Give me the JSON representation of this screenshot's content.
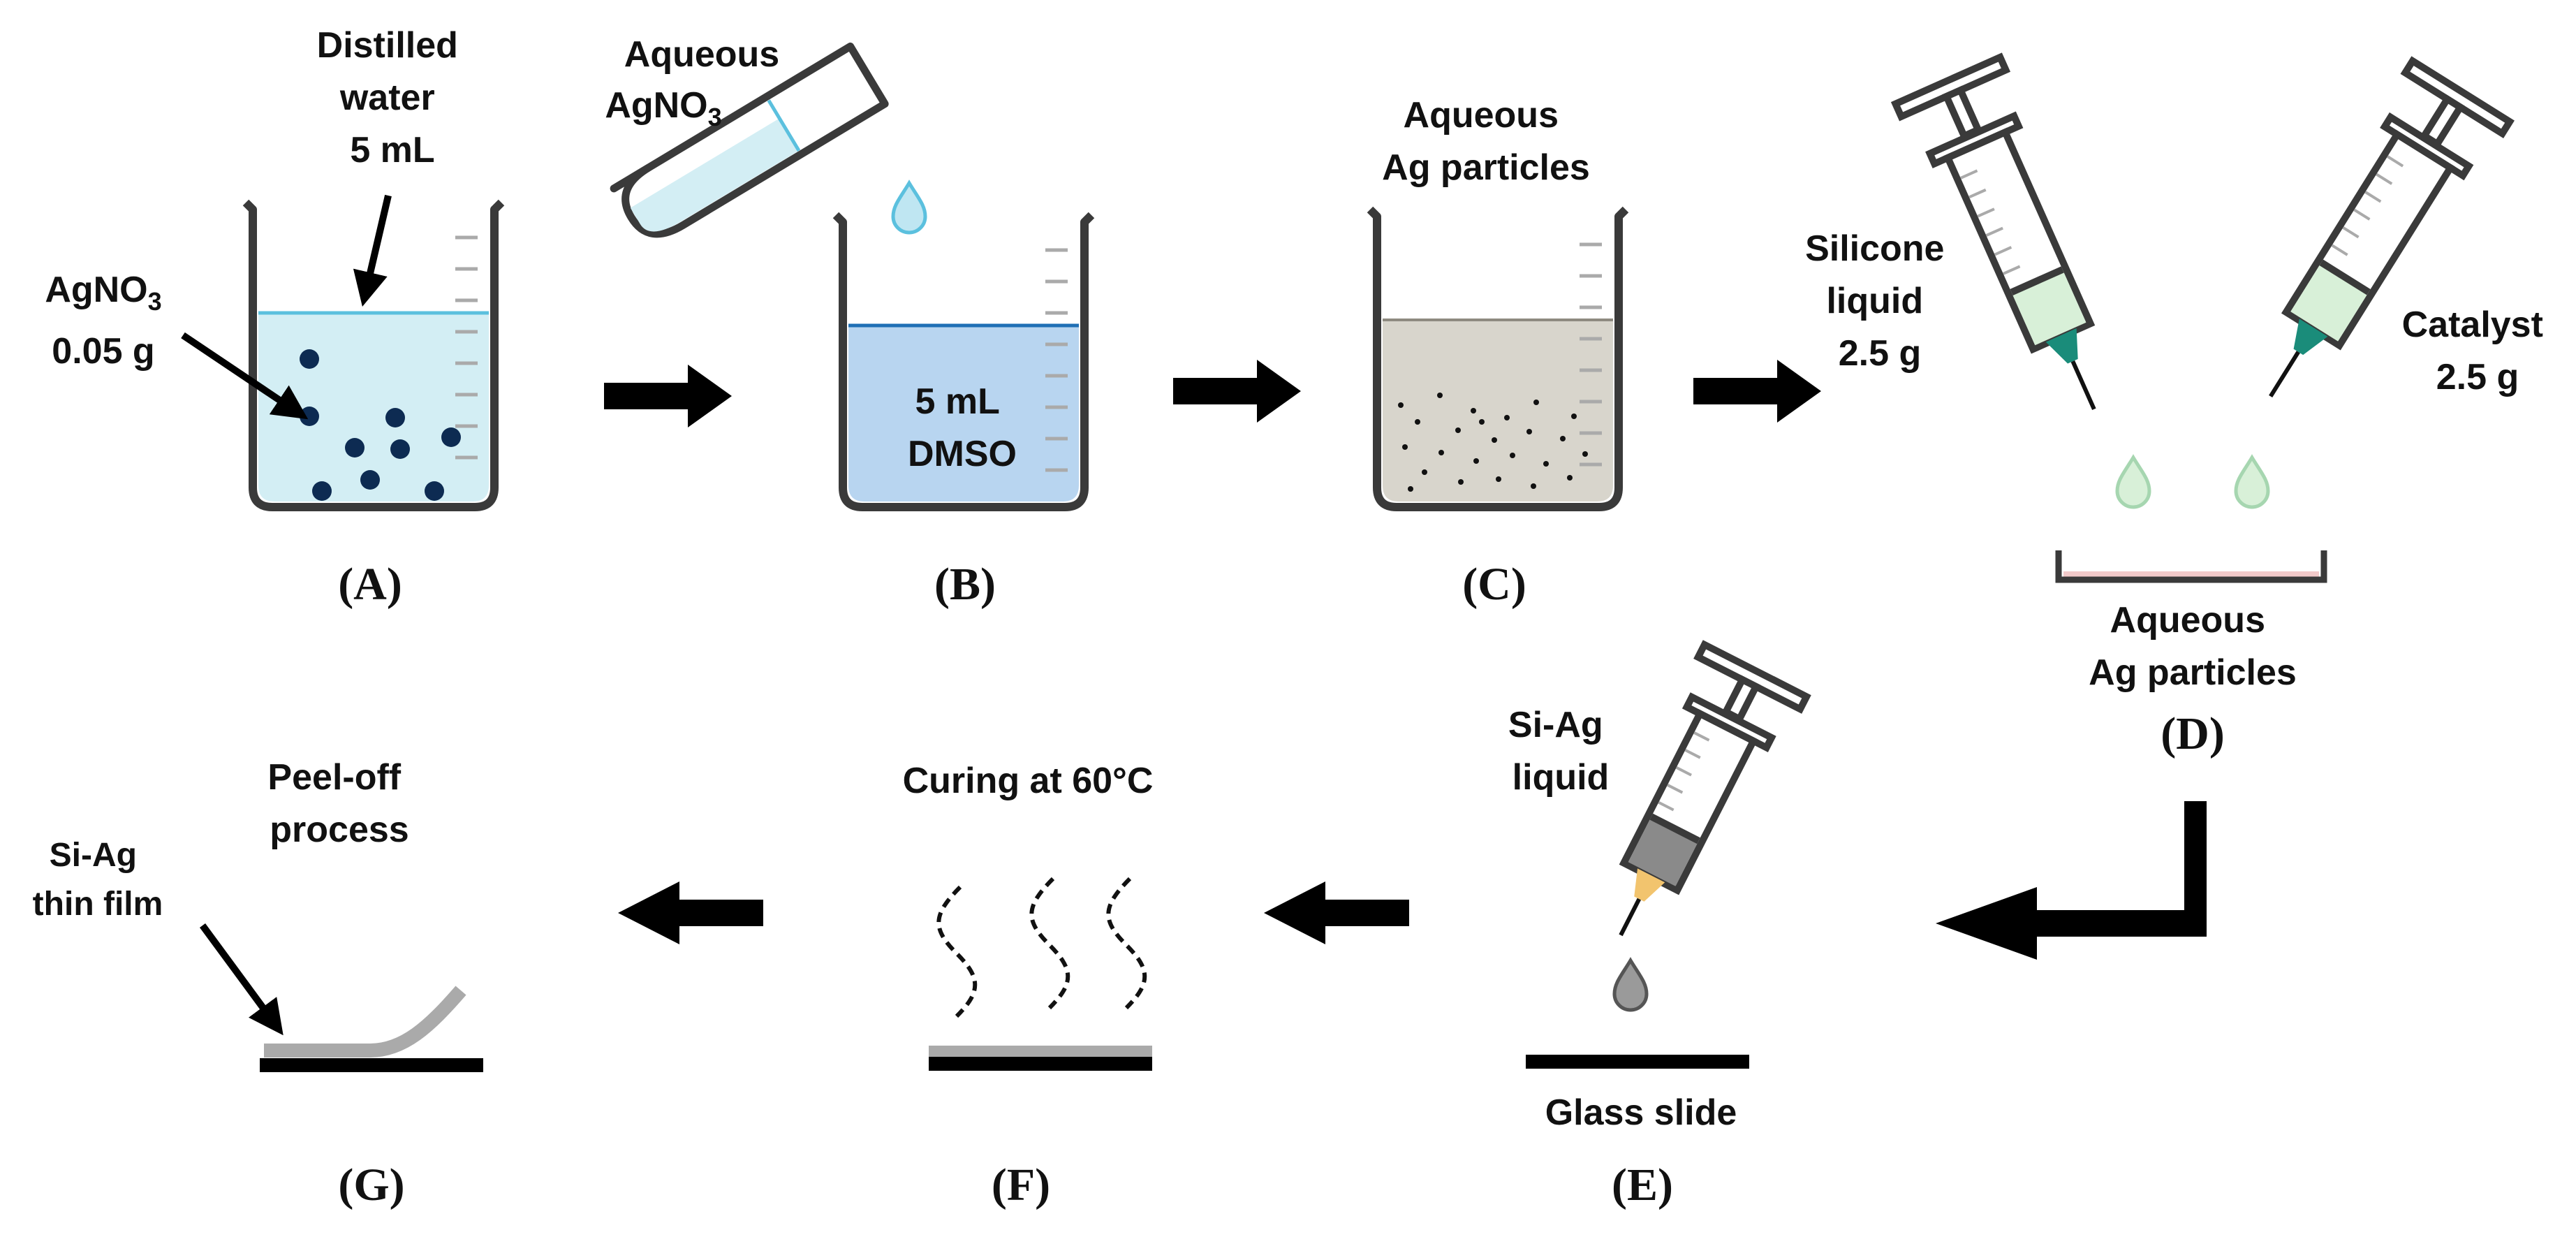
{
  "panels": {
    "a": "(A)",
    "b": "(B)",
    "c": "(C)",
    "d": "(D)",
    "e": "(E)",
    "f": "(F)",
    "g": "(G)"
  },
  "step_a": {
    "water": [
      "Distilled",
      "water",
      "5 mL"
    ],
    "salt_main": "AgNO",
    "salt_sub": "3",
    "salt_mass": "0.05 g"
  },
  "step_b": {
    "reagent_line1": "Aqueous",
    "reagent_main": "AgNO",
    "reagent_sub": "3",
    "solvent": [
      "5 mL",
      "DMSO"
    ]
  },
  "step_c": {
    "label": [
      "Aqueous",
      "Ag particles"
    ]
  },
  "step_d": {
    "silicone": [
      "Silicone",
      "liquid",
      "2.5 g"
    ],
    "catalyst": [
      "Catalyst",
      "2.5 g"
    ],
    "dish": [
      "Aqueous",
      "Ag particles"
    ]
  },
  "step_e": {
    "liquid": [
      "Si-Ag",
      "liquid"
    ],
    "substrate": "Glass slide"
  },
  "step_f": {
    "label": "Curing at 60°C"
  },
  "step_g": {
    "process": [
      "Peel-off",
      "process"
    ],
    "film": [
      "Si-Ag",
      "thin film"
    ]
  },
  "colors": {
    "water": "#d3eef4",
    "dmso": "#b8d5f0",
    "water_line": "#5bc0de",
    "dmso_line": "#1f6fb5",
    "particles_fill": "#d8d5cc",
    "beaker_outline": "#3a3a3a",
    "salt_dots": "#0d2b52",
    "syringe_green": "#d8f0d8",
    "needle_teal": "#1a8c7a",
    "syringe_gray": "#8a8a8a",
    "needle_orange": "#f2c46e",
    "film_gray": "#aaaaaa",
    "arrow": "#000000"
  }
}
